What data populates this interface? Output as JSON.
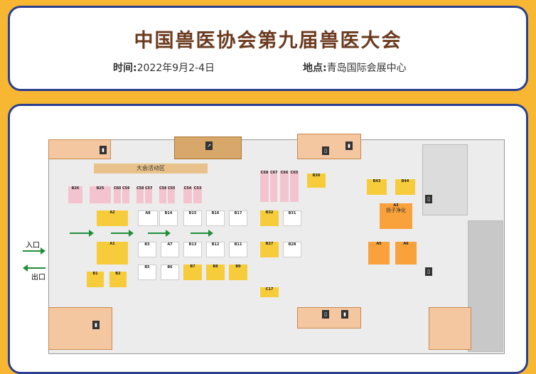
{
  "header": {
    "title": "中国兽医协会第九届兽医大会",
    "time_label": "时间:",
    "time_value": "2022年9月2-4日",
    "place_label": "地点:",
    "place_value": "青岛国际会展中心"
  },
  "map": {
    "activity_area": "大会活动区",
    "entrance_label": "入口",
    "exit_label": "出口",
    "booths": [
      {
        "id": "B26",
        "name": "",
        "color": "pink"
      },
      {
        "id": "B25",
        "name": "",
        "color": "pink"
      },
      {
        "id": "C60",
        "name": "",
        "color": "pink"
      },
      {
        "id": "C59",
        "name": "",
        "color": "pink"
      },
      {
        "id": "C58",
        "name": "",
        "color": "pink"
      },
      {
        "id": "C57",
        "name": "",
        "color": "pink"
      },
      {
        "id": "C56",
        "name": "",
        "color": "pink"
      },
      {
        "id": "C55",
        "name": "",
        "color": "pink"
      },
      {
        "id": "C54",
        "name": "",
        "color": "pink"
      },
      {
        "id": "C53",
        "name": "",
        "color": "pink"
      },
      {
        "id": "C68",
        "name": "",
        "color": "pink"
      },
      {
        "id": "C67",
        "name": "",
        "color": "pink"
      },
      {
        "id": "C66",
        "name": "",
        "color": "pink"
      },
      {
        "id": "C65",
        "name": "",
        "color": "pink"
      },
      {
        "id": "B30",
        "name": "",
        "color": "yellow"
      },
      {
        "id": "B43",
        "name": "",
        "color": "yellow"
      },
      {
        "id": "B44",
        "name": "",
        "color": "yellow"
      },
      {
        "id": "A2",
        "name": "",
        "color": "yellow"
      },
      {
        "id": "A8",
        "name": "",
        "color": "white"
      },
      {
        "id": "B14",
        "name": "",
        "color": "white"
      },
      {
        "id": "B15",
        "name": "",
        "color": "white"
      },
      {
        "id": "B16",
        "name": "",
        "color": "white"
      },
      {
        "id": "B17",
        "name": "",
        "color": "white"
      },
      {
        "id": "B32",
        "name": "",
        "color": "yellow"
      },
      {
        "id": "B31",
        "name": "",
        "color": "white"
      },
      {
        "id": "A3",
        "name": "扬子净化",
        "color": "orange"
      },
      {
        "id": "A1",
        "name": "",
        "color": "yellow"
      },
      {
        "id": "B3",
        "name": "",
        "color": "white"
      },
      {
        "id": "A7",
        "name": "",
        "color": "white"
      },
      {
        "id": "B13",
        "name": "",
        "color": "white"
      },
      {
        "id": "B12",
        "name": "",
        "color": "white"
      },
      {
        "id": "B11",
        "name": "",
        "color": "white"
      },
      {
        "id": "B27",
        "name": "",
        "color": "yellow"
      },
      {
        "id": "B28",
        "name": "",
        "color": "white"
      },
      {
        "id": "A5",
        "name": "",
        "color": "orange"
      },
      {
        "id": "A6",
        "name": "",
        "color": "orange"
      },
      {
        "id": "B5",
        "name": "",
        "color": "white"
      },
      {
        "id": "B6",
        "name": "",
        "color": "white"
      },
      {
        "id": "B7",
        "name": "",
        "color": "yellow"
      },
      {
        "id": "B8",
        "name": "",
        "color": "yellow"
      },
      {
        "id": "B9",
        "name": "",
        "color": "yellow"
      },
      {
        "id": "B1",
        "name": "",
        "color": "yellow"
      },
      {
        "id": "B2",
        "name": "",
        "color": "yellow"
      },
      {
        "id": "C17",
        "name": "",
        "color": "yellow"
      }
    ]
  }
}
